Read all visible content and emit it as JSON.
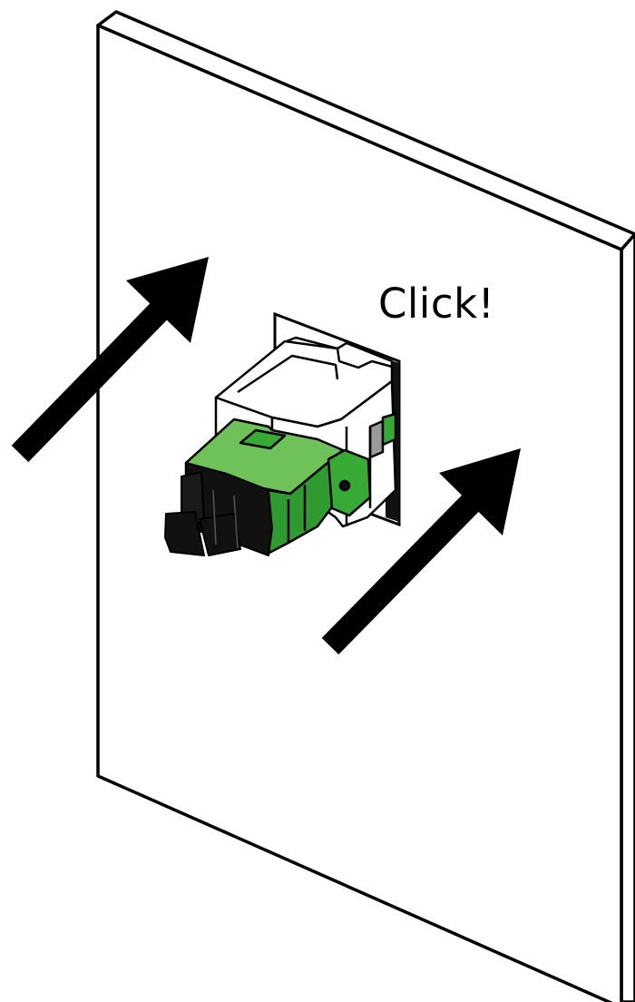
{
  "annotation": {
    "text": "Click!"
  },
  "colors": {
    "background": "#ffffff",
    "outline": "#000000",
    "adapter_body": "#39a935",
    "adapter_light": "#6fc25a",
    "adapter_dark": "#2a8a2a",
    "keystone": "#ffffff",
    "keystone_shadow": "#9a9a9a",
    "dust_cap": "#111111"
  },
  "elements": {
    "wall_panel": "wall-plate",
    "connector": "sc-apc-keystone-adapter",
    "arrows": [
      "push-arrow-left",
      "push-arrow-right"
    ]
  }
}
